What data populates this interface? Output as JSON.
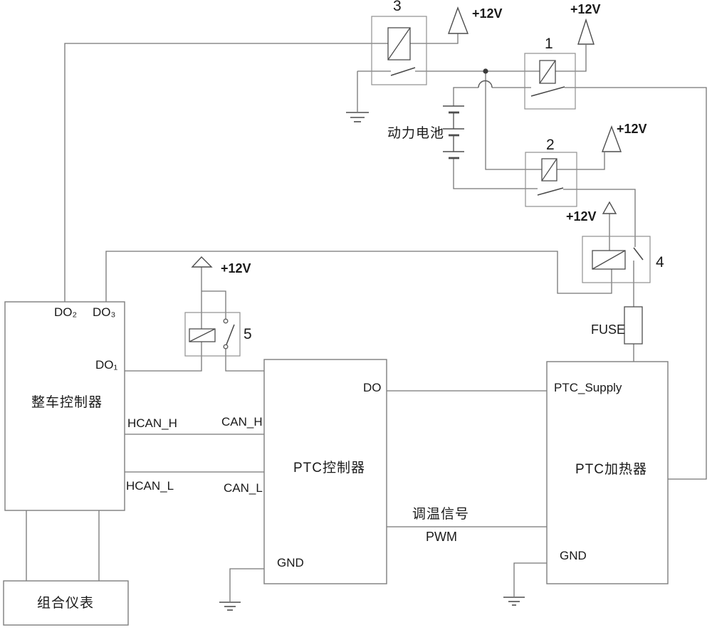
{
  "blocks": {
    "vcu": {
      "label": "整车控制器",
      "pins": {
        "do2": "DO₂",
        "do3": "DO₃",
        "do1": "DO₁",
        "hcan_h": "HCAN_H",
        "hcan_l": "HCAN_L"
      }
    },
    "cluster": {
      "label": "组合仪表"
    },
    "ptc_controller": {
      "label": "PTC控制器",
      "pins": {
        "can_h": "CAN_H",
        "can_l": "CAN_L",
        "do": "DO",
        "gnd": "GND"
      }
    },
    "ptc_heater": {
      "label": "PTC加热器",
      "pins": {
        "supply": "PTC_Supply",
        "gnd": "GND"
      }
    }
  },
  "relays": {
    "r1": "1",
    "r2": "2",
    "r3": "3",
    "r4": "4",
    "r5": "5"
  },
  "power": {
    "v12": "+12V",
    "battery": "动力电池",
    "fuse": "FUSE"
  },
  "signals": {
    "temp": "调温信号",
    "pwm": "PWM"
  },
  "colors": {
    "background": "#ffffff",
    "wire": "#767676",
    "box_border": "#7e7e7e",
    "relay_border": "#8f8f8f",
    "symbol": "#4d4d4d",
    "text": "#1a1a1a"
  }
}
